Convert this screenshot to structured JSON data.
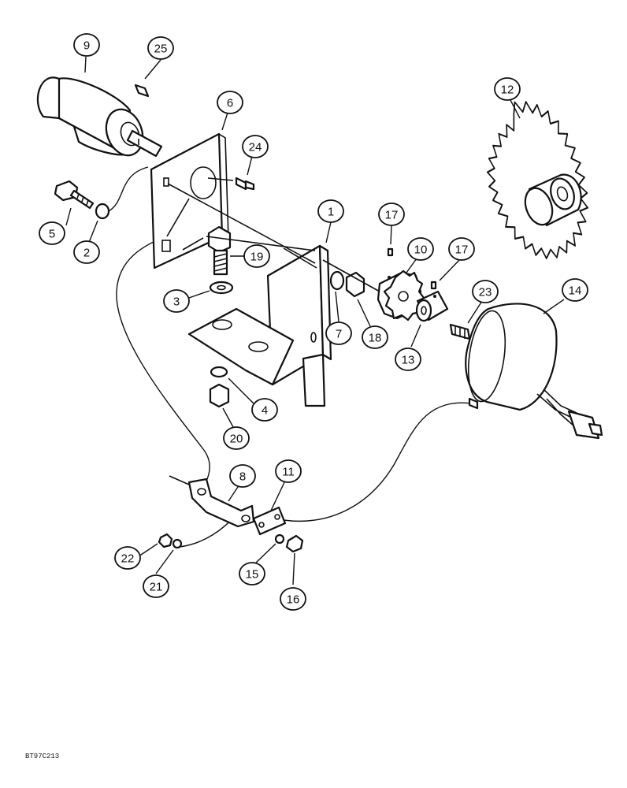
{
  "figure_ref": "BT97C213",
  "callouts": [
    {
      "id": "1",
      "label": "1"
    },
    {
      "id": "2",
      "label": "2"
    },
    {
      "id": "3",
      "label": "3"
    },
    {
      "id": "4",
      "label": "4"
    },
    {
      "id": "5",
      "label": "5"
    },
    {
      "id": "6",
      "label": "6"
    },
    {
      "id": "7",
      "label": "7"
    },
    {
      "id": "8",
      "label": "8"
    },
    {
      "id": "9",
      "label": "9"
    },
    {
      "id": "10",
      "label": "10"
    },
    {
      "id": "11",
      "label": "11"
    },
    {
      "id": "12",
      "label": "12"
    },
    {
      "id": "13",
      "label": "13"
    },
    {
      "id": "14",
      "label": "14"
    },
    {
      "id": "15",
      "label": "15"
    },
    {
      "id": "16",
      "label": "16"
    },
    {
      "id": "17a",
      "label": "17"
    },
    {
      "id": "17b",
      "label": "17"
    },
    {
      "id": "18",
      "label": "18"
    },
    {
      "id": "19",
      "label": "19"
    },
    {
      "id": "20",
      "label": "20"
    },
    {
      "id": "21",
      "label": "21"
    },
    {
      "id": "22",
      "label": "22"
    },
    {
      "id": "23",
      "label": "23"
    },
    {
      "id": "24",
      "label": "24"
    },
    {
      "id": "25",
      "label": "25"
    }
  ]
}
